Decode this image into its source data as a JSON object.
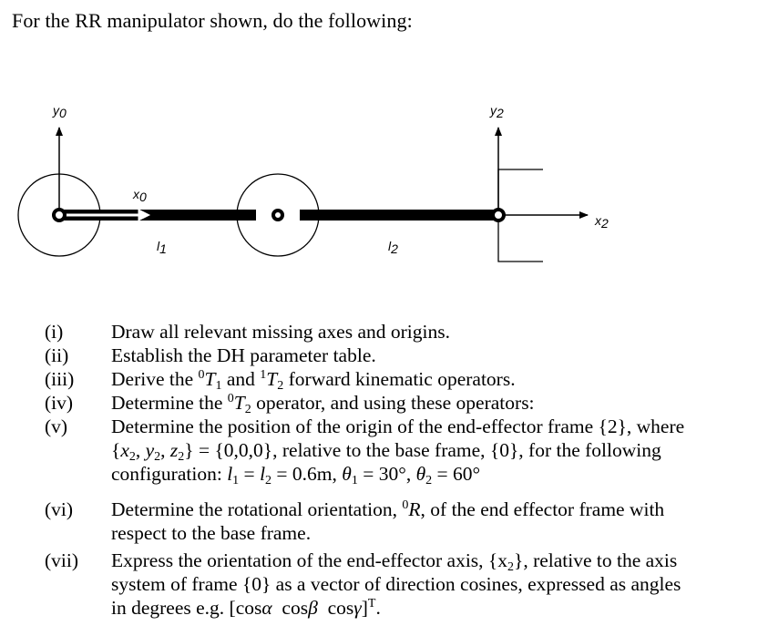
{
  "intro": "For the RR manipulator shown, do the following:",
  "diagram": {
    "labels": {
      "y0": "y",
      "y0_sub": "0",
      "x0": "x",
      "x0_sub": "0",
      "y2": "y",
      "y2_sub": "2",
      "x2": "x",
      "x2_sub": "2",
      "l1": "l",
      "l1_sub": "1",
      "l2": "l",
      "l2_sub": "2"
    }
  },
  "items": [
    {
      "num": "(i)",
      "text": "Draw all relevant missing axes and origins."
    },
    {
      "num": "(ii)",
      "text": "Establish the DH parameter table."
    },
    {
      "num": "(iii)",
      "p1": "Derive the ",
      "sup1": "0",
      "t1": "T",
      "s1": "1",
      "p2": " and ",
      "sup2": "1",
      "t2": "T",
      "s2": "2",
      "p3": " forward kinematic operators."
    },
    {
      "num": "(iv)",
      "p1": "Determine the ",
      "sup1": "0",
      "t1": "T",
      "s1": "2",
      "p2": " operator, and using these operators:"
    },
    {
      "num": "(v)",
      "line1": "Determine the position of the origin of the end-effector frame {2}, where",
      "l2a": "{",
      "x": "x",
      "xs": "2",
      "y": "y",
      "ys": "2",
      "z": "z",
      "zs": "2",
      "l2b": "} = {0,0,0}, relative to the base frame, {0}, for the following",
      "l3a": "configuration: ",
      "l": "l",
      "ls1": "1",
      "eq1": " = ",
      "ls2": "2",
      "eq2": " = 0.6m, ",
      "th": "θ",
      "ths1": "1",
      "eq3": " = 30°, ",
      "ths2": "2",
      "eq4": " = 60°"
    },
    {
      "num": "(vi)",
      "p1": "Determine the rotational orientation, ",
      "sup1": "0",
      "t1": "R",
      "p2": ", of the end effector frame with",
      "line2": "respect to the base frame."
    },
    {
      "num": "(vii)",
      "line1": "Express the orientation of the end-effector axis, {x",
      "line1s": "2",
      "line1b": "}, relative to the axis",
      "line2": "system of frame {0} as a vector of direction cosines, expressed as angles",
      "l3a": "in degrees e.g. [cos",
      "al": "α",
      "l3b": "  cos",
      "be": "β",
      "l3c": "  cos",
      "ga": "γ",
      "l3d": "]",
      "sup": "T",
      "l3e": "."
    }
  ]
}
